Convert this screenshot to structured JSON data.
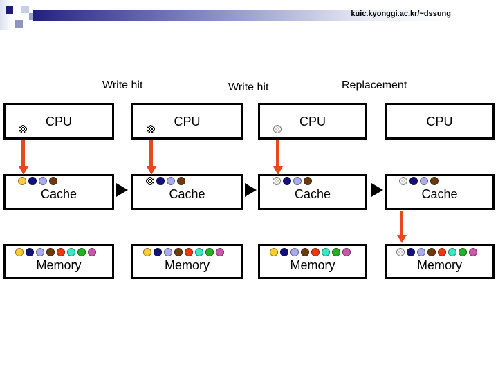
{
  "slide": {
    "url": "kuic.kyonggi.ac.kr/~dssung"
  },
  "labels": [
    {
      "text": "Write hit"
    },
    {
      "text": "Write hit"
    },
    {
      "text": "Replacement"
    }
  ],
  "colors": {
    "gold": "#FFCC33",
    "navy": "#10107E",
    "periwinkle": "#AAAAEE",
    "brown": "#6B3A10",
    "red": "#EE3711",
    "turquoise": "#38E8C4",
    "green": "#22B122",
    "magenta": "#C857A8",
    "arrow": "#E8481E"
  },
  "columns": [
    {
      "cpu": {
        "label": "CPU",
        "dot": "hatch-dark"
      },
      "cache": {
        "label": "Cache",
        "dots": [
          "gold",
          "navy",
          "periwinkle",
          "brown"
        ]
      },
      "memory": {
        "label": "Memory",
        "dots": [
          "gold",
          "navy",
          "periwinkle",
          "brown",
          "red",
          "turquoise",
          "green",
          "magenta"
        ]
      }
    },
    {
      "cpu": {
        "label": "CPU",
        "dot": "hatch-dark"
      },
      "cache": {
        "label": "Cache",
        "dots": [
          "hatch-dark",
          "navy",
          "periwinkle",
          "brown"
        ]
      },
      "memory": {
        "label": "Memory",
        "dots": [
          "gold",
          "navy",
          "periwinkle",
          "brown",
          "red",
          "turquoise",
          "green",
          "magenta"
        ]
      }
    },
    {
      "cpu": {
        "label": "CPU",
        "dot": "hatch-light"
      },
      "cache": {
        "label": "Cache",
        "dots": [
          "hatch-light",
          "navy",
          "periwinkle",
          "brown"
        ]
      },
      "memory": {
        "label": "Memory",
        "dots": [
          "gold",
          "navy",
          "periwinkle",
          "brown",
          "red",
          "turquoise",
          "green",
          "magenta"
        ]
      }
    },
    {
      "cpu": {
        "label": "CPU",
        "dot": null
      },
      "cache": {
        "label": "Cache",
        "dots": [
          "hatch-light",
          "navy",
          "periwinkle",
          "brown"
        ]
      },
      "memory": {
        "label": "Memory",
        "dots": [
          "hatch-light",
          "navy",
          "periwinkle",
          "brown",
          "red",
          "turquoise",
          "green",
          "magenta"
        ]
      }
    }
  ]
}
